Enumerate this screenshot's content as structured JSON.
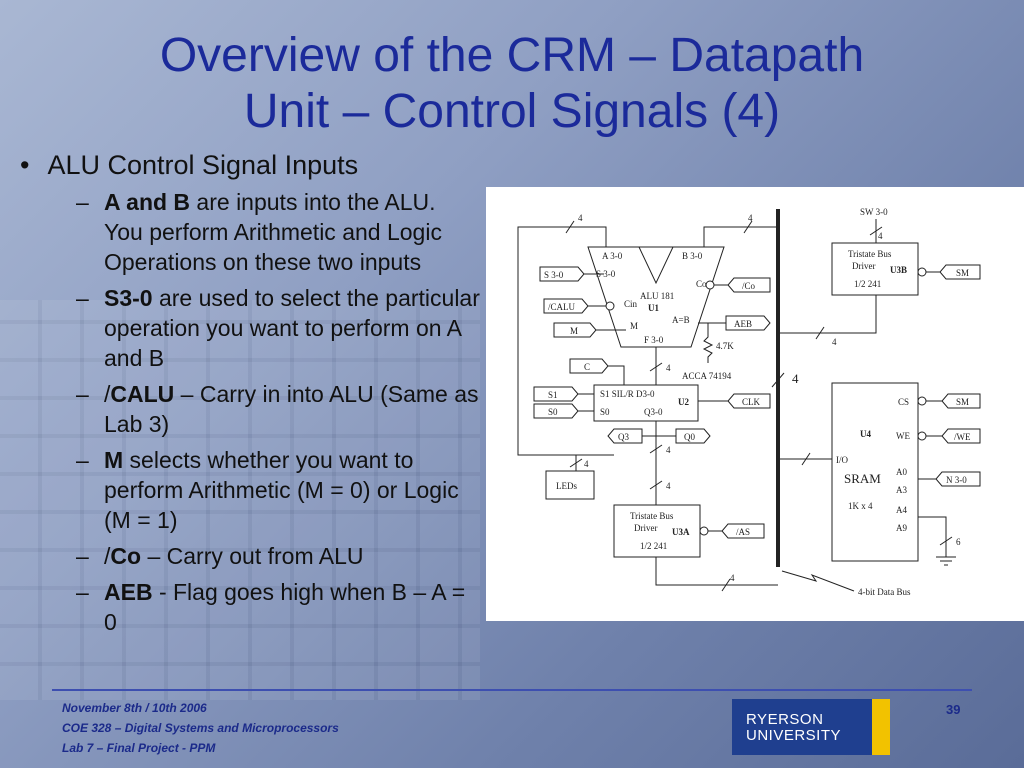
{
  "slide": {
    "title_line1": "Overview of the CRM – Datapath",
    "title_line2": "Unit – Control Signals (4)",
    "bullet": "ALU Control Signal Inputs",
    "items": [
      {
        "bold": "A and B",
        "text": " are inputs into the ALU. You perform Arithmetic and Logic Operations on these two inputs"
      },
      {
        "bold": "S3-0",
        "text": " are used to select the particular operation you want to perform on A and B"
      },
      {
        "prefix": "/",
        "bold": "CALU",
        "text": " – Carry in into ALU (Same as Lab 3)"
      },
      {
        "bold": "M",
        "text": " selects whether you want to perform Arithmetic (M = 0) or Logic (M = 1)"
      },
      {
        "prefix": "/",
        "bold": "Co",
        "text": " – Carry out from ALU"
      },
      {
        "bold": "AEB",
        "text": " - Flag goes high when B – A = 0"
      }
    ]
  },
  "diagram": {
    "alu_a": "A 3-0",
    "alu_b": "B 3-0",
    "alu_s": "S 3-0",
    "alu_name": "ALU 181",
    "alu_id": "U1",
    "alu_cin": "Cin",
    "alu_m": "M",
    "alu_aeqb": "A=B",
    "alu_f": "F 3-0",
    "alu_co": "Co",
    "in_s": "S 3-0",
    "in_calu": "/CALU",
    "in_m": "M",
    "out_co": "/Co",
    "out_aeb": "AEB",
    "res": "4.7K",
    "acca": "ACCA 74194",
    "in_c": "C",
    "sr_s1": "S1",
    "sr_s0": "S0",
    "sr_l1": "S1 SIL/R D3-0",
    "sr_l2": "S0",
    "sr_q": "Q3-0",
    "sr_id": "U2",
    "clk": "CLK",
    "q3": "Q3",
    "q0": "Q0",
    "leds": "LEDs",
    "tb1_l1": "Tristate Bus",
    "tb1_l2": "Driver",
    "tb1_id": "U3A",
    "tb1_l3": "1/2 241",
    "as": "/AS",
    "sw": "SW 3-0",
    "tb2_l1": "Tristate Bus",
    "tb2_l2": "Driver",
    "tb2_id": "U3B",
    "tb2_l3": "1/2 241",
    "sm": "SM",
    "sram_cs": "CS",
    "sram_we": "WE",
    "sram_id": "U4",
    "sram_io": "I/O",
    "sram_name": "SRAM",
    "sram_size": "1K x 4",
    "a0": "A0",
    "a3": "A3",
    "a4": "A4",
    "a9": "A9",
    "cs_sm": "SM",
    "we_in": "/WE",
    "n30": "N 3-0",
    "bus_label": "4-bit Data Bus",
    "w4a": "4",
    "w4b": "4",
    "w4c": "4",
    "w4d": "4",
    "w4e": "4",
    "w4f": "4",
    "w4g": "4",
    "w4h": "4",
    "w4i": "4",
    "w6": "6",
    "bus4": "4"
  },
  "footer": {
    "line1": "November 8th / 10th 2006",
    "line2": "COE 328 – Digital Systems and Microprocessors",
    "line3": "Lab 7 – Final Project - PPM",
    "page": "39"
  },
  "logo": {
    "line1": "RYERSON",
    "line2": "UNIVERSITY"
  },
  "colors": {
    "title": "#1b2a9a",
    "footer": "#1b2a8a",
    "logo_blue": "#1f3f8f",
    "logo_gold": "#f2c200"
  }
}
